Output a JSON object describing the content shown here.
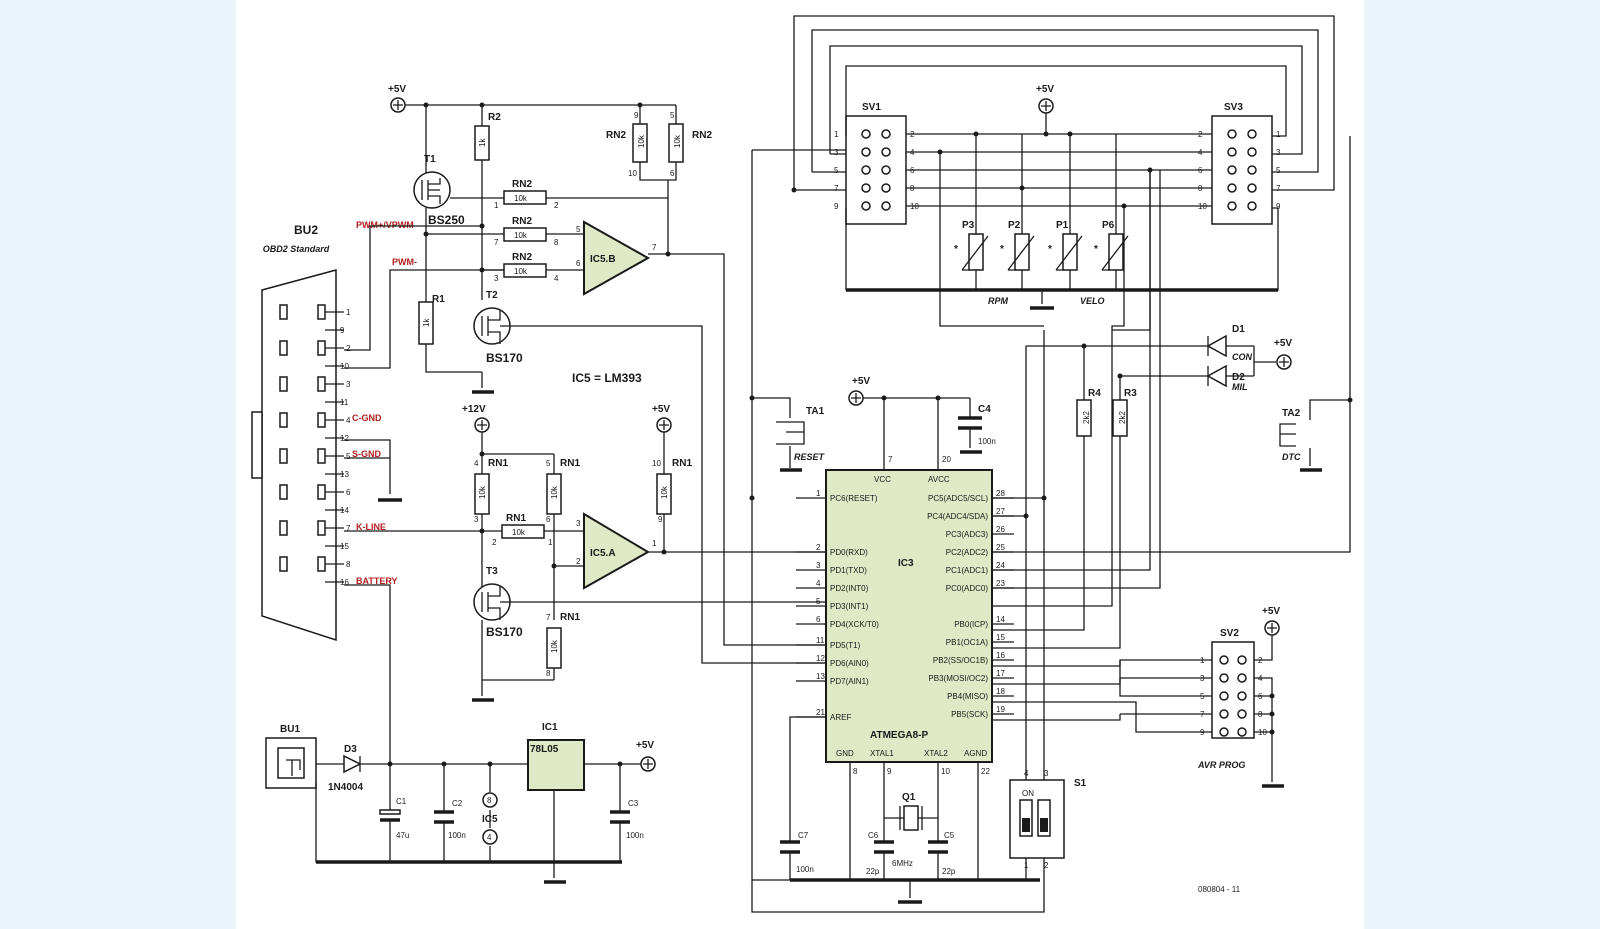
{
  "components": {
    "bu2": {
      "ref": "BU2",
      "desc": "OBD2 Standard"
    },
    "bu1": {
      "ref": "BU1"
    },
    "t1": {
      "ref": "T1",
      "part": "BS250"
    },
    "t2": {
      "ref": "T2",
      "part": "BS170"
    },
    "t3": {
      "ref": "T3",
      "part": "BS170"
    },
    "r1": {
      "ref": "R1",
      "value": "1k"
    },
    "r2": {
      "ref": "R2",
      "value": "1k"
    },
    "r3": {
      "ref": "R3",
      "value": "2k2"
    },
    "r4": {
      "ref": "R4",
      "value": "2k2"
    },
    "rn1": "RN1",
    "rn2": "RN2",
    "k10": "10k",
    "ic5b": "IC5.B",
    "ic5a": "IC5.A",
    "ic5": "IC5",
    "ic5_note": "IC5 = LM393",
    "ic3": {
      "ref": "IC3",
      "part": "ATMEGA8-P"
    },
    "ic1": {
      "ref": "IC1",
      "part": "78L05"
    },
    "d3": {
      "ref": "D3",
      "part": "1N4004"
    },
    "d1": {
      "ref": "D1",
      "label": "CON"
    },
    "d2": {
      "ref": "D2",
      "label": "MIL"
    },
    "c1": {
      "ref": "C1",
      "value": "47u"
    },
    "c2": {
      "ref": "C2",
      "value": "100n"
    },
    "c3": {
      "ref": "C3",
      "value": "100n"
    },
    "c4": {
      "ref": "C4",
      "value": "100n"
    },
    "c5": {
      "ref": "C5",
      "value": "22p"
    },
    "c6": {
      "ref": "C6",
      "value": "22p"
    },
    "c7": {
      "ref": "C7",
      "value": "100n"
    },
    "q1": {
      "ref": "Q1",
      "value": "6MHz"
    },
    "ta1": {
      "ref": "TA1",
      "label": "RESET"
    },
    "ta2": {
      "ref": "TA2",
      "label": "DTC"
    },
    "sv1": "SV1",
    "sv2": {
      "ref": "SV2",
      "label": "AVR PROG"
    },
    "sv3": "SV3",
    "s1": {
      "ref": "S1",
      "on": "ON"
    },
    "pots": [
      "P3",
      "P2",
      "P1",
      "P6"
    ],
    "rpm": "RPM",
    "velo": "VELO",
    "star": "*"
  },
  "supplies": {
    "p5v": "+5V",
    "p12v": "+12V"
  },
  "nets": {
    "pwm_plus": "PWM+/VPWM",
    "pwm_minus": "PWM-",
    "cgnd": "C-GND",
    "sgnd": "S-GND",
    "kline": "K-LINE",
    "battery": "BATTERY"
  },
  "ic3_pins": {
    "left": [
      {
        "num": "1",
        "name": "PC6(RESET)"
      },
      {
        "num": "2",
        "name": "PD0(RXD)"
      },
      {
        "num": "3",
        "name": "PD1(TXD)"
      },
      {
        "num": "4",
        "name": "PD2(INT0)"
      },
      {
        "num": "5",
        "name": "PD3(INT1)"
      },
      {
        "num": "6",
        "name": "PD4(XCK/T0)"
      },
      {
        "num": "11",
        "name": "PD5(T1)"
      },
      {
        "num": "12",
        "name": "PD6(AIN0)"
      },
      {
        "num": "13",
        "name": "PD7(AIN1)"
      },
      {
        "num": "21",
        "name": "AREF"
      }
    ],
    "right": [
      {
        "num": "28",
        "name": "PC5(ADC5/SCL)"
      },
      {
        "num": "27",
        "name": "PC4(ADC4/SDA)"
      },
      {
        "num": "26",
        "name": "PC3(ADC3)"
      },
      {
        "num": "25",
        "name": "PC2(ADC2)"
      },
      {
        "num": "24",
        "name": "PC1(ADC1)"
      },
      {
        "num": "23",
        "name": "PC0(ADC0)"
      },
      {
        "num": "14",
        "name": "PB0(ICP)"
      },
      {
        "num": "15",
        "name": "PB1(OC1A)"
      },
      {
        "num": "16",
        "name": "PB2(SS/OC1B)"
      },
      {
        "num": "17",
        "name": "PB3(MOSI/OC2)"
      },
      {
        "num": "18",
        "name": "PB4(MISO)"
      },
      {
        "num": "19",
        "name": "PB5(SCK)"
      }
    ],
    "top": [
      {
        "num": "7",
        "name": "VCC"
      },
      {
        "num": "20",
        "name": "AVCC"
      }
    ],
    "bottom": [
      {
        "num": "8",
        "name": "GND"
      },
      {
        "num": "9",
        "name": "XTAL1"
      },
      {
        "num": "10",
        "name": "XTAL2"
      },
      {
        "num": "22",
        "name": "AGND"
      }
    ]
  },
  "drawing_number": "080804 - 11"
}
